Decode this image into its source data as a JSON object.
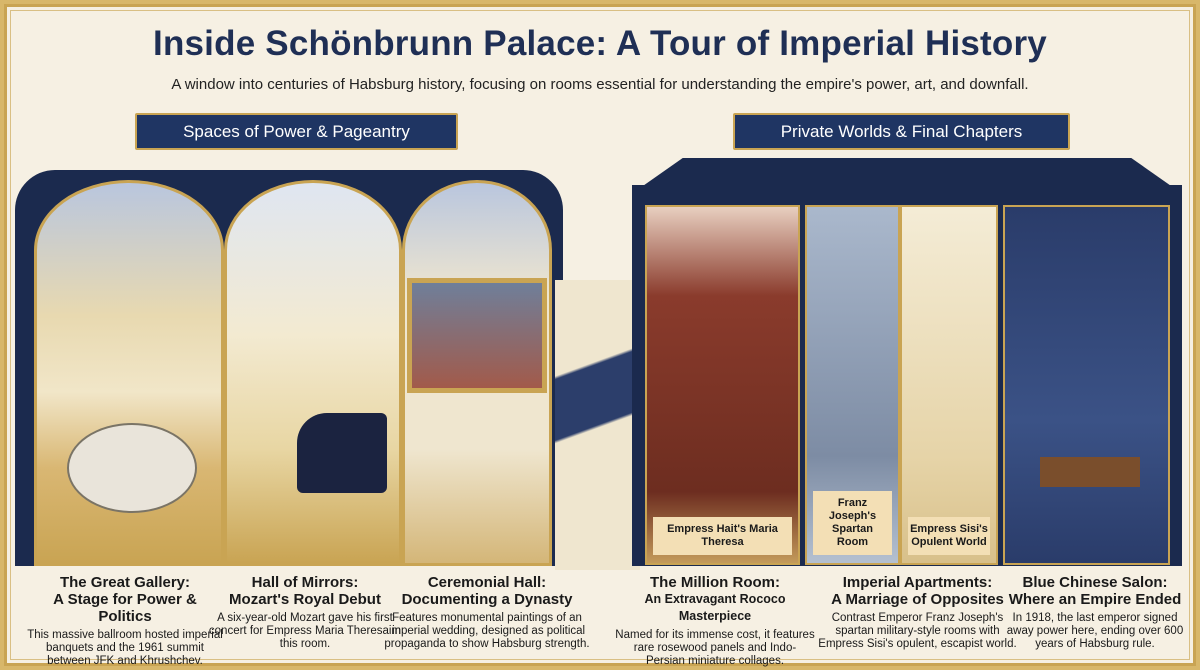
{
  "header": {
    "title": "Inside Schönbrunn Palace: A Tour of Imperial History",
    "subtitle": "A window into centuries of Habsburg history, focusing on rooms essential for understanding the empire's power, art, and downfall."
  },
  "sections": [
    {
      "label": "Spaces of Power & Pageantry"
    },
    {
      "label": "Private Worlds & Final Chapters"
    }
  ],
  "illustration_labels": [
    "Empress Hait's Maria Theresa",
    "Franz Joseph's Spartan Room",
    "Empress Sisi's Opulent World"
  ],
  "rooms": [
    {
      "title": "The Great Gallery:",
      "subtitle": "A Stage for Power & Politics",
      "desc": "This massive ballroom hosted imperial banquets and the 1961 summit between JFK and Khrushchev."
    },
    {
      "title": "Hall of Mirrors:",
      "subtitle": "Mozart's Royal Debut",
      "desc": "A six-year-old Mozart gave his first concert for Empress Maria Theresa in this room."
    },
    {
      "title": "Ceremonial Hall:",
      "subtitle": "Documenting a Dynasty",
      "desc": "Features monumental paintings of an imperial wedding, designed as political propaganda to show Habsburg strength."
    },
    {
      "title": "The Million Room:",
      "subtitle": "An Extravagant Rococo Masterpiece",
      "desc": "Named for its immense cost, it features rare rosewood panels and Indo-Persian miniature collages."
    },
    {
      "title": "Imperial Apartments:",
      "subtitle": "A Marriage of Opposites",
      "desc": "Contrast Emperor Franz Joseph's spartan military-style rooms with Empress Sisi's opulent, escapist world."
    },
    {
      "title": "Blue Chinese Salon:",
      "subtitle": "Where an Empire Ended",
      "desc": "In 1918, the last emperor signed away power here, ending over 600 years of Habsburg rule."
    }
  ],
  "colors": {
    "navy": "#1b2a4e",
    "gold": "#c9a453",
    "cream": "#f6f0e3"
  }
}
